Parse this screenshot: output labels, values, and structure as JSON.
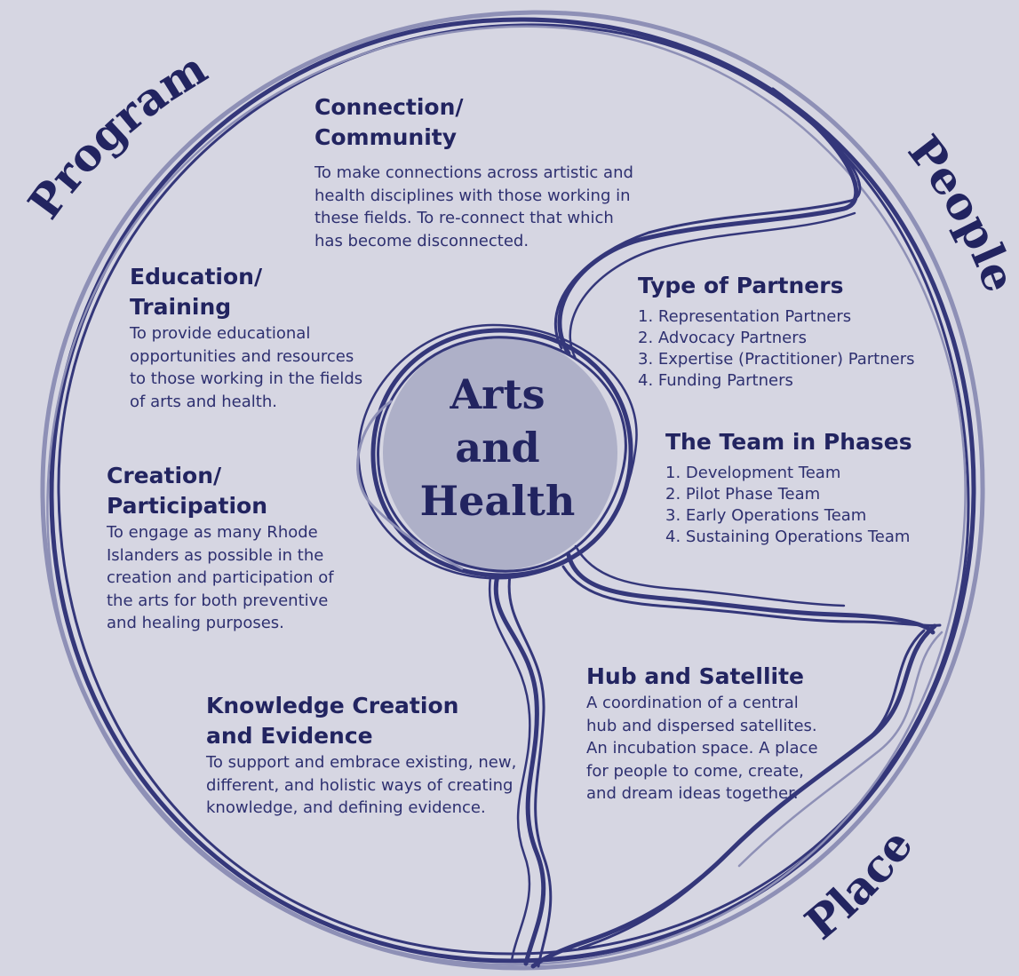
{
  "colors": {
    "background": "#d6d6e2",
    "ink": "#27296a",
    "stroke": "#34377a",
    "stroke_light": "#8e90b6",
    "center_fill": "#aeb0c8"
  },
  "center": {
    "line1": "Arts",
    "line2": "and",
    "line3": "Health"
  },
  "categories": {
    "program": "Program",
    "people": "People",
    "place": "Place"
  },
  "sections": {
    "connection": {
      "title": "Connection/\nCommunity",
      "body": "To make connections across artistic and\nhealth disciplines with those working in\nthese fields. To re-connect that which\nhas become disconnected."
    },
    "education": {
      "title": "Education/\nTraining",
      "body": "To provide educational\nopportunities and resources\nto those working in the fields\nof arts and health."
    },
    "creation": {
      "title": "Creation/\nParticipation",
      "body": "To engage as many Rhode\nIslanders as possible in the\ncreation and participation of\nthe arts for both preventive\nand healing purposes."
    },
    "knowledge": {
      "title": "Knowledge Creation\nand Evidence",
      "body": "To support and embrace existing, new,\ndifferent, and holistic ways of creating\nknowledge, and defining evidence."
    },
    "partners": {
      "title": "Type of Partners",
      "items": [
        "1. Representation Partners",
        "2. Advocacy Partners",
        "3. Expertise (Practitioner) Partners",
        "4. Funding Partners"
      ]
    },
    "team": {
      "title": "The Team in Phases",
      "items": [
        "1. Development Team",
        "2. Pilot Phase Team",
        "3. Early Operations Team",
        "4. Sustaining Operations Team"
      ]
    },
    "hub": {
      "title": "Hub and Satellite",
      "body": "A coordination of a central\nhub and dispersed satellites.\nAn incubation space. A place\nfor people to come, create,\nand dream ideas together."
    }
  }
}
